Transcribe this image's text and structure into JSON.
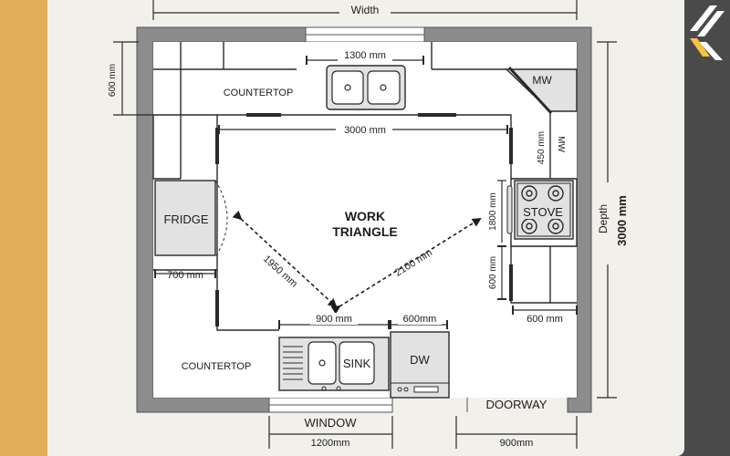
{
  "title": "",
  "labels": {
    "width": "Width",
    "depth": "Depth",
    "depth_value": "3000 mm",
    "dim_600_left": "600 mm",
    "dim_1300": "1300 mm",
    "dim_3000": "3000 mm",
    "dim_450": "450 mm",
    "mw": "MW",
    "mw_rot": "MW",
    "countertop_top": "COUNTERTOP",
    "countertop_bottom": "COUNTERTOP",
    "fridge": "FRIDGE",
    "dim_700": "700 mm",
    "work_triangle_1": "WORK",
    "work_triangle_2": "TRIANGLE",
    "dim_1950": "1950 mm",
    "dim_2100": "2100 mm",
    "stove": "STOVE",
    "dim_1800": "1800 mm",
    "dim_600_right_v": "600 mm",
    "dim_600_right_h": "600 mm",
    "dim_900_sink": "900 mm",
    "dim_600_dw": "600mm",
    "sink": "SINK",
    "dw": "DW",
    "doorway": "DOORWAY",
    "window": "WINDOW",
    "dim_1200": "1200mm",
    "dim_900_door": "900mm"
  },
  "colors": {
    "wall": "#8c8c8c",
    "wall_dark": "#6e6e6e",
    "floor": "#ffffff",
    "appliance": "#e2e2e2",
    "line": "#2a2a2a",
    "accent_band": "#e2ae5b",
    "side_panel": "#4a4a4a",
    "logo": "#f5c242"
  },
  "icons": {
    "logo": "yellow-white-chevron-logo-icon"
  }
}
